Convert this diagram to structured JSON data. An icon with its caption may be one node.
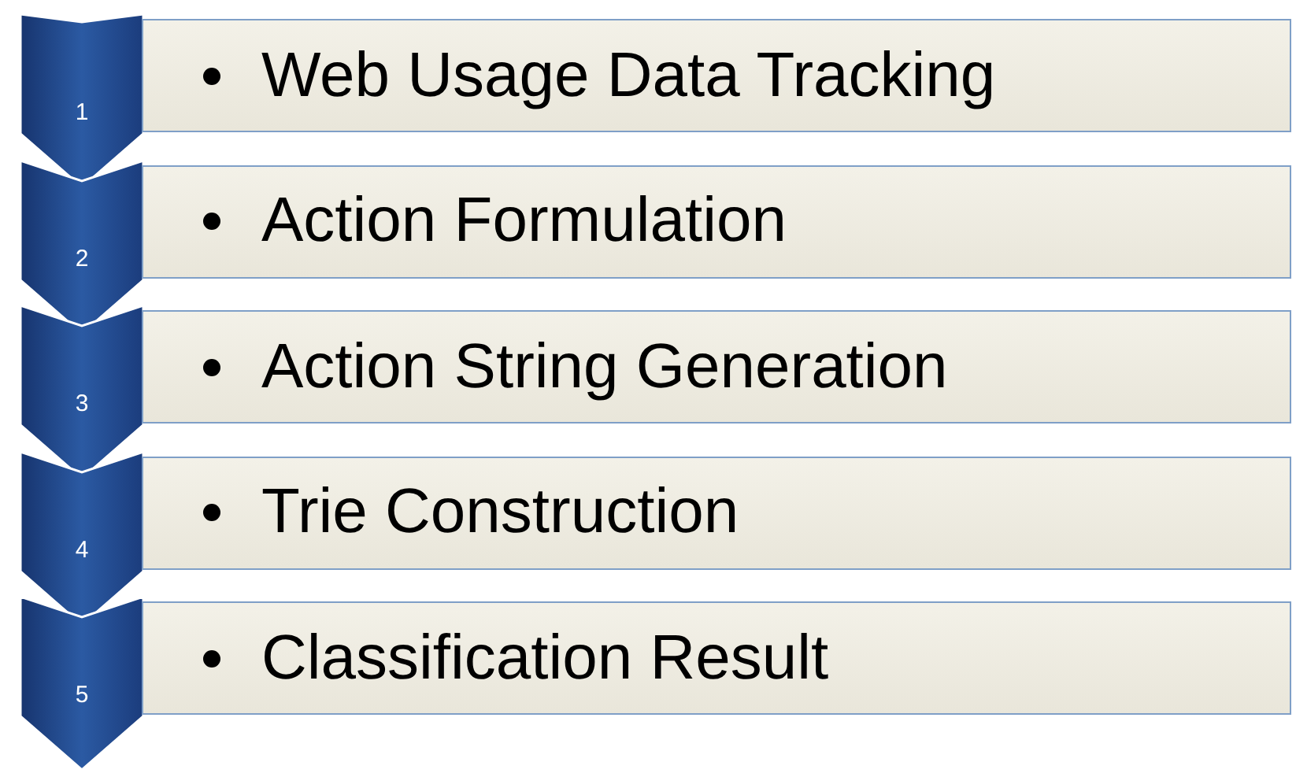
{
  "diagram": {
    "nodes": [
      {
        "text": [
          "1"
        ]
      },
      {
        "text": [
          "Web Usage Data Tracking"
        ]
      },
      {
        "text": [
          "2"
        ]
      },
      {
        "text": [
          "Action Formulation"
        ]
      },
      {
        "text": [
          "3"
        ]
      },
      {
        "text": [
          "Action String Generation"
        ]
      },
      {
        "text": [
          "4"
        ]
      },
      {
        "text": [
          "Trie Construction"
        ]
      },
      {
        "text": [
          "5"
        ]
      },
      {
        "text": [
          "Classification Result"
        ]
      }
    ]
  }
}
